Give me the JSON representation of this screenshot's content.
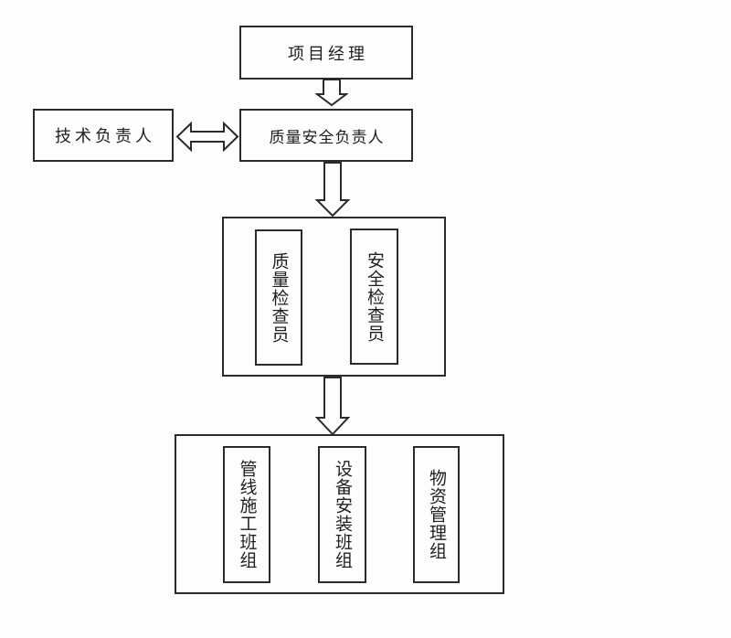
{
  "diagram": {
    "type": "org-flowchart",
    "nodes": {
      "project_manager": "项目经理",
      "technical_lead": "技术负责人",
      "quality_safety_lead": "质量安全负责人",
      "quality_inspector": "质量检查员",
      "safety_inspector": "安全检查员",
      "pipeline_construction_team": "管线施工班组",
      "equipment_installation_team": "设备安装班组",
      "material_management_team": "物资管理组"
    },
    "edges": [
      {
        "from": "project_manager",
        "to": "quality_safety_lead",
        "style": "block-arrow-down"
      },
      {
        "from": "technical_lead",
        "to": "quality_safety_lead",
        "style": "block-arrow-double-horizontal"
      },
      {
        "from": "quality_safety_lead",
        "to": "inspectors-group",
        "style": "block-arrow-down"
      },
      {
        "from": "inspectors-group",
        "to": "teams-group",
        "style": "block-arrow-down"
      }
    ],
    "groups": [
      {
        "id": "inspectors-group",
        "members": [
          "quality_inspector",
          "safety_inspector"
        ]
      },
      {
        "id": "teams-group",
        "members": [
          "pipeline_construction_team",
          "equipment_installation_team",
          "material_management_team"
        ]
      }
    ],
    "colors": {
      "line": "#2b2b2b",
      "text": "#1f1f1f",
      "background": "#fdfdfd"
    }
  }
}
